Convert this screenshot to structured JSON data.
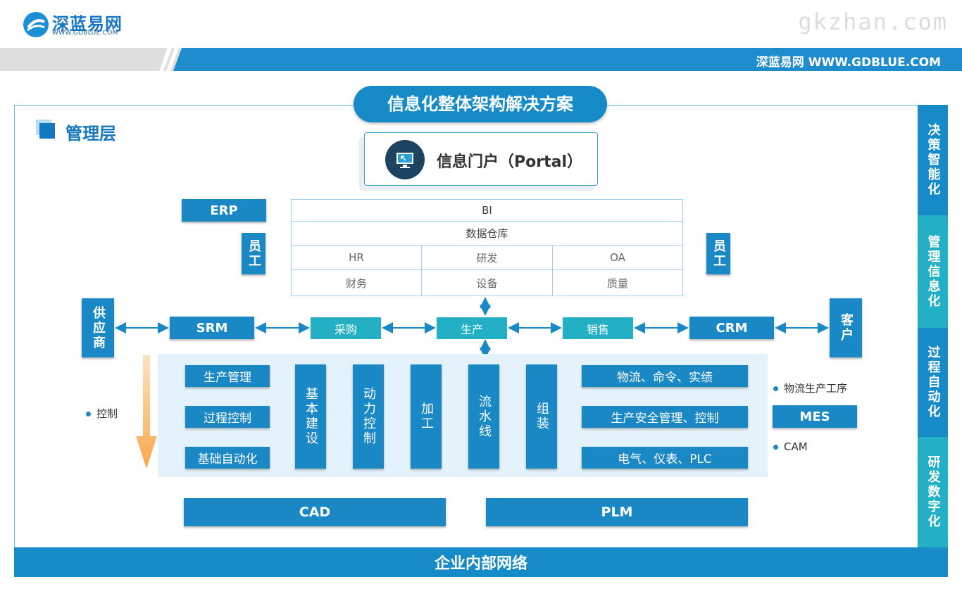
{
  "header": {
    "logo_name": "深蓝易网",
    "logo_url": "WWW.GDBLUE.COM",
    "watermark": "gkzhan.com",
    "band_text": "深蓝易网 WWW.GDBLUE.COM"
  },
  "title": "信息化整体架构解决方案",
  "management_label": "管理层",
  "portal_label": "信息门户（Portal）",
  "erp": "ERP",
  "employee_left": "员工",
  "employee_right": "员工",
  "grid": {
    "bi": "BI",
    "warehouse": "数据仓库",
    "row1": [
      "HR",
      "研发",
      "OA"
    ],
    "row2": [
      "财务",
      "设备",
      "质量"
    ]
  },
  "flow": {
    "supplier": "供应商",
    "srm": "SRM",
    "purchase": "采购",
    "production": "生产",
    "sales": "销售",
    "crm": "CRM",
    "customer": "客户"
  },
  "control_note": "控制",
  "lower_left": [
    "生产管理",
    "过程控制",
    "基础自动化"
  ],
  "columns": [
    "基本建设",
    "动力控制",
    "加工",
    "流水线",
    "组装"
  ],
  "lower_right": [
    "物流、命令、实绩",
    "生产安全管理、控制",
    "电气、仪表、PLC"
  ],
  "mes_top": "物流生产工序",
  "mes": "MES",
  "mes_bottom": "CAM",
  "cad": "CAD",
  "plm": "PLM",
  "sidebar": [
    "决策智能化",
    "管理信息化",
    "过程自动化",
    "研发数字化"
  ],
  "sidebar_colors": [
    "#168bc7",
    "#23afc4",
    "#168bc7",
    "#23afc4"
  ],
  "network": "企业内部网络"
}
